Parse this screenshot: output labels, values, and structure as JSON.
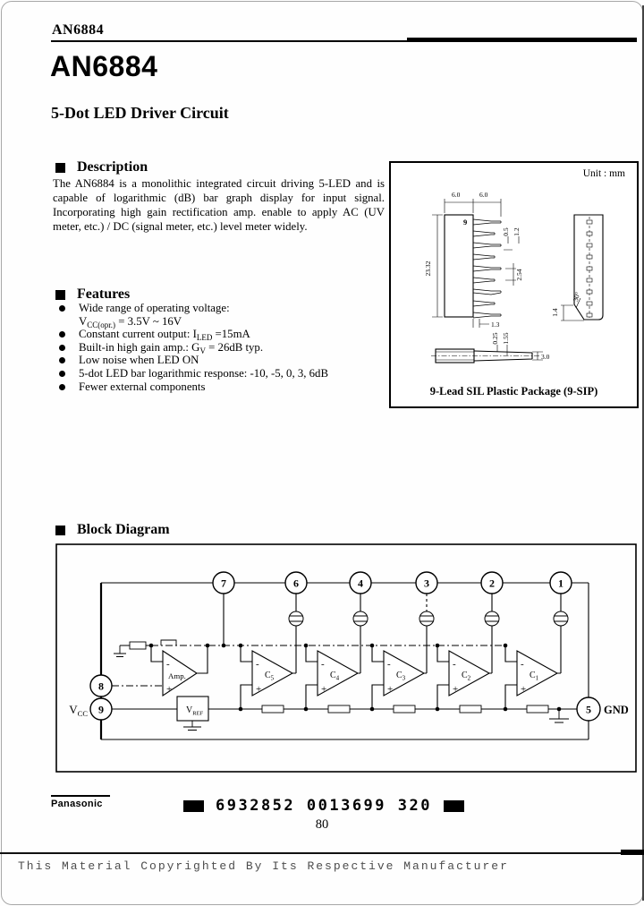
{
  "page": {
    "doc_number": "AN6884",
    "title": "AN6884",
    "subtitle": "5-Dot LED Driver Circuit"
  },
  "description": {
    "heading": "Description",
    "body": "The AN6884 is a monolithic integrated circuit driving 5-LED and is capable of logarithmic (dB) bar graph display for input signal.  Incorporating high gain rectification amp. enable to apply AC (UV meter, etc.) / DC (signal meter, etc.) level meter widely."
  },
  "features": {
    "heading": "Features",
    "items": [
      {
        "pre": "Wide range of operating voltage:"
      },
      {
        "pre": "V",
        "sub": "CC(opr.)",
        "post": " = 3.5V ~ 16V"
      },
      {
        "pre": "Constant current output: I",
        "sub": "LED",
        "post": " =15mA"
      },
      {
        "pre": "Built-in high gain amp.: G",
        "sub": "V",
        "post": " = 26dB typ."
      },
      {
        "pre": "Low noise when LED ON"
      },
      {
        "pre": "5-dot LED bar logarithmic response: -10, -5, 0, 3, 6dB"
      },
      {
        "pre": "Fewer external components"
      }
    ]
  },
  "package": {
    "unit_label": "Unit : mm",
    "caption": "9-Lead SIL Plastic Package (9-SIP)",
    "pin9_label": "9",
    "dims": {
      "body_width": "6.0",
      "lead_length": "6.0",
      "body_height": "23.32",
      "lead_w1": "0.5",
      "lead_w2": "1.2",
      "pitch": "2.54",
      "stub": "1.3",
      "thk1": "0.25",
      "thk2": "1.55",
      "thickness": "3.0",
      "foot": "1.4",
      "angle": "30°"
    }
  },
  "block_diagram": {
    "heading": "Block Diagram",
    "pins": {
      "top": [
        "7",
        "6",
        "4",
        "3",
        "2",
        "1"
      ],
      "left": [
        "8",
        "9"
      ],
      "right": [
        "5"
      ]
    },
    "vcc_main": "V",
    "vcc_sub": "CC",
    "gnd": "GND",
    "amp_label": "Amp.",
    "vref_main": "V",
    "vref_sub": "REF",
    "minus": "-",
    "plus": "+",
    "comparators": [
      {
        "main": "C",
        "sub": "5"
      },
      {
        "main": "C",
        "sub": "4"
      },
      {
        "main": "C",
        "sub": "3"
      },
      {
        "main": "C",
        "sub": "2"
      },
      {
        "main": "C",
        "sub": "1"
      }
    ]
  },
  "footer": {
    "brand": "Panasonic",
    "barcode_text": "6932852 0013699 320",
    "page_number": "80"
  },
  "copyright_line": "This Material Copyrighted By Its Respective Manufacturer"
}
